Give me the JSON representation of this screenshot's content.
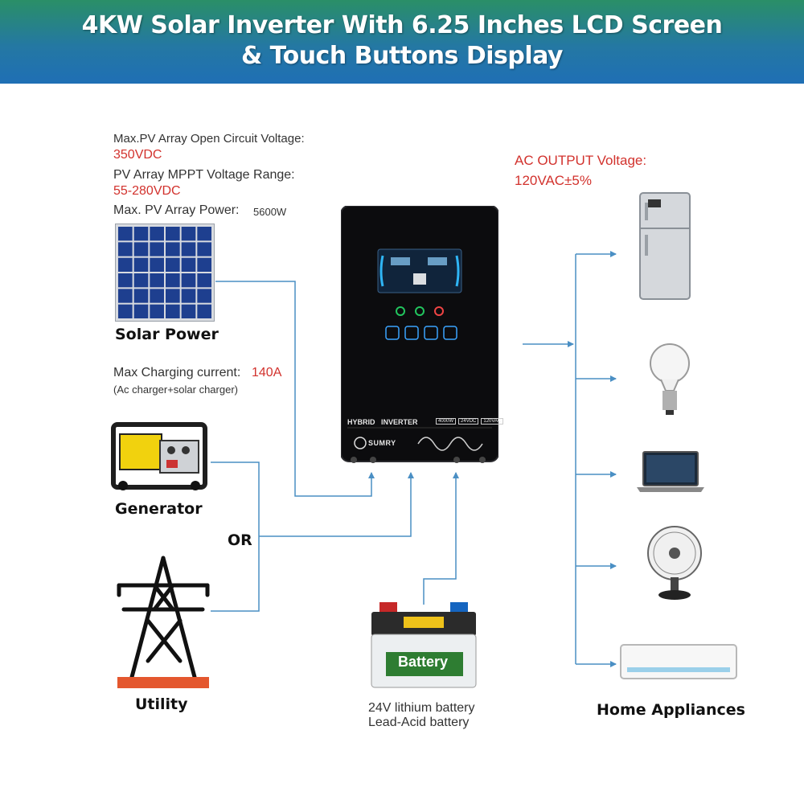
{
  "header": {
    "title_line1": "4KW Solar Inverter With 6.25 Inches LCD Screen",
    "title_line2": "& Touch Buttons Display"
  },
  "pv_specs": {
    "open_circuit_label": "Max.PV Array Open Circuit Voltage:",
    "open_circuit_value": "350VDC",
    "mppt_label": "PV Array MPPT Voltage Range:",
    "mppt_value": "55-280VDC",
    "power_label": "Max. PV Array Power:",
    "power_value": "5600W"
  },
  "charging": {
    "label": "Max Charging current:",
    "value": "140A",
    "note": "(Ac charger+solar charger)"
  },
  "ac_output": {
    "label": "AC OUTPUT Voltage:",
    "value": "120VAC±5%"
  },
  "sources": {
    "solar": "Solar Power",
    "generator": "Generator",
    "or": "OR",
    "utility": "Utility"
  },
  "inverter": {
    "model": "HYBRID   INVERTER",
    "badge1": "4000W",
    "badge2": "24VDC",
    "badge3": "120VAC",
    "brand": "SUMRY"
  },
  "battery": {
    "label": "Battery",
    "type1": "24V lithium battery",
    "type2": "Lead-Acid battery"
  },
  "appliances": {
    "label": "Home Appliances",
    "items": [
      "refrigerator-icon",
      "light-bulb-icon",
      "laptop-icon",
      "fan-icon",
      "air-conditioner-icon"
    ]
  },
  "colors": {
    "flow_line": "#4a8fc4",
    "highlight": "#d2322d",
    "banner": "#2478a3"
  }
}
